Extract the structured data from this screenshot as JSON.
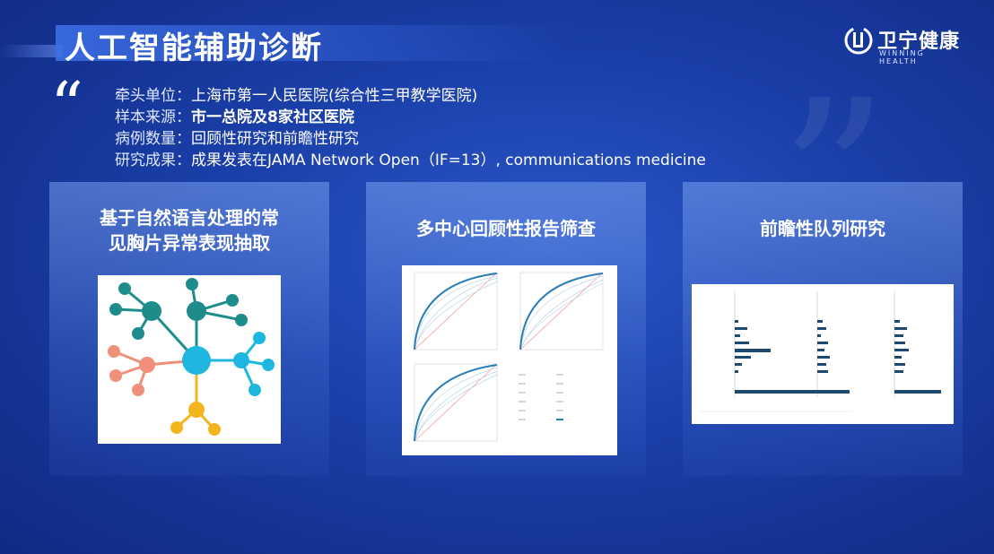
{
  "header": {
    "title": "人工智能辅助诊断"
  },
  "logo": {
    "name_cn": "卫宁健康",
    "name_en": "WINNING HEALTH"
  },
  "quote": {
    "open": "“",
    "close": "”"
  },
  "info": [
    {
      "key": "牵头单位：",
      "value": "上海市第一人民医院(综合性三甲教学医院)"
    },
    {
      "key": "样本来源：",
      "value": "市一总院及8家社区医院"
    },
    {
      "key": "病例数量：",
      "value": "回顾性研究和前瞻性研究"
    },
    {
      "key": "研究成果：",
      "value": "成果发表在JAMA Network Open（IF=13）, communications medicine"
    }
  ],
  "cards": [
    {
      "title_line1": "基于自然语言处理的常",
      "title_line2": "见胸片异常表现抽取",
      "figure": "mind-map"
    },
    {
      "title": "多中心回顾性报告筛查",
      "figure": "roc-curves"
    },
    {
      "title": "前瞻性队列研究",
      "figure": "bar-charts"
    }
  ],
  "colors": {
    "background": "#1a3fa8",
    "teal": "#1f8c8c",
    "cyan": "#1fb7e0",
    "salmon": "#f0907a",
    "yellow": "#f2b51e",
    "roc_blue": "#2b7fb8"
  }
}
